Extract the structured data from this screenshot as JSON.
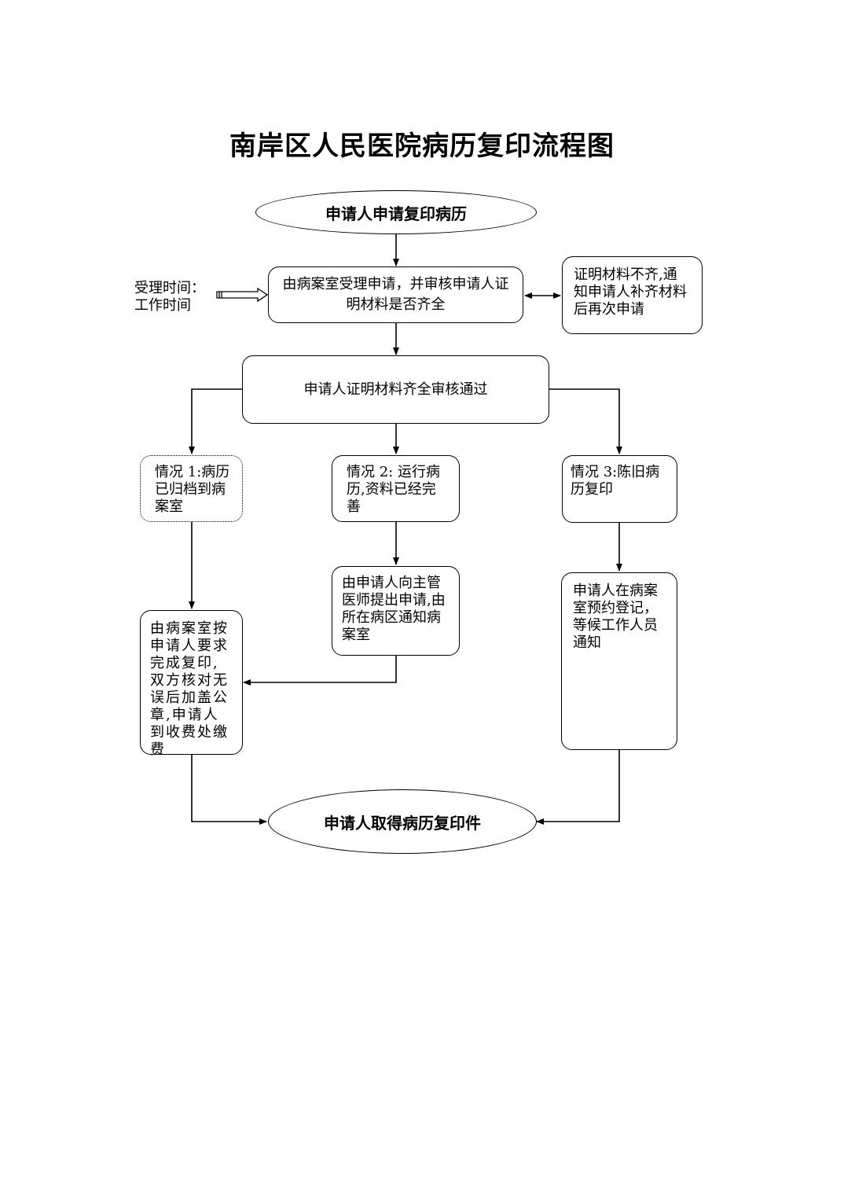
{
  "title": "南岸区人民医院病历复印流程图",
  "start": "申请人申请复印病历",
  "accept": "由病案室受理申请，并审核申请人证明材料是否齐全",
  "incomplete": "证明材料不齐,通知申请人补齐材料后再次申请",
  "accept_time": "受理时间：工作时间",
  "approved": "申请人证明材料齐全审核通过",
  "case1": "情况 1:病历已归档到病案室",
  "case2": "情况 2: 运行病历,资料已经完善",
  "case3": "情况 3:陈旧病历复印",
  "case2_step": "由申请人向主管医师提出申请,由所在病区通知病案室",
  "case1_step": "由病案室按申请人要求完成复印,双方核对无误后加盖公章,申请人到收费处缴费",
  "case3_step": "申请人在病案室预约登记，等候工作人员通知",
  "end": "申请人取得病历复印件"
}
